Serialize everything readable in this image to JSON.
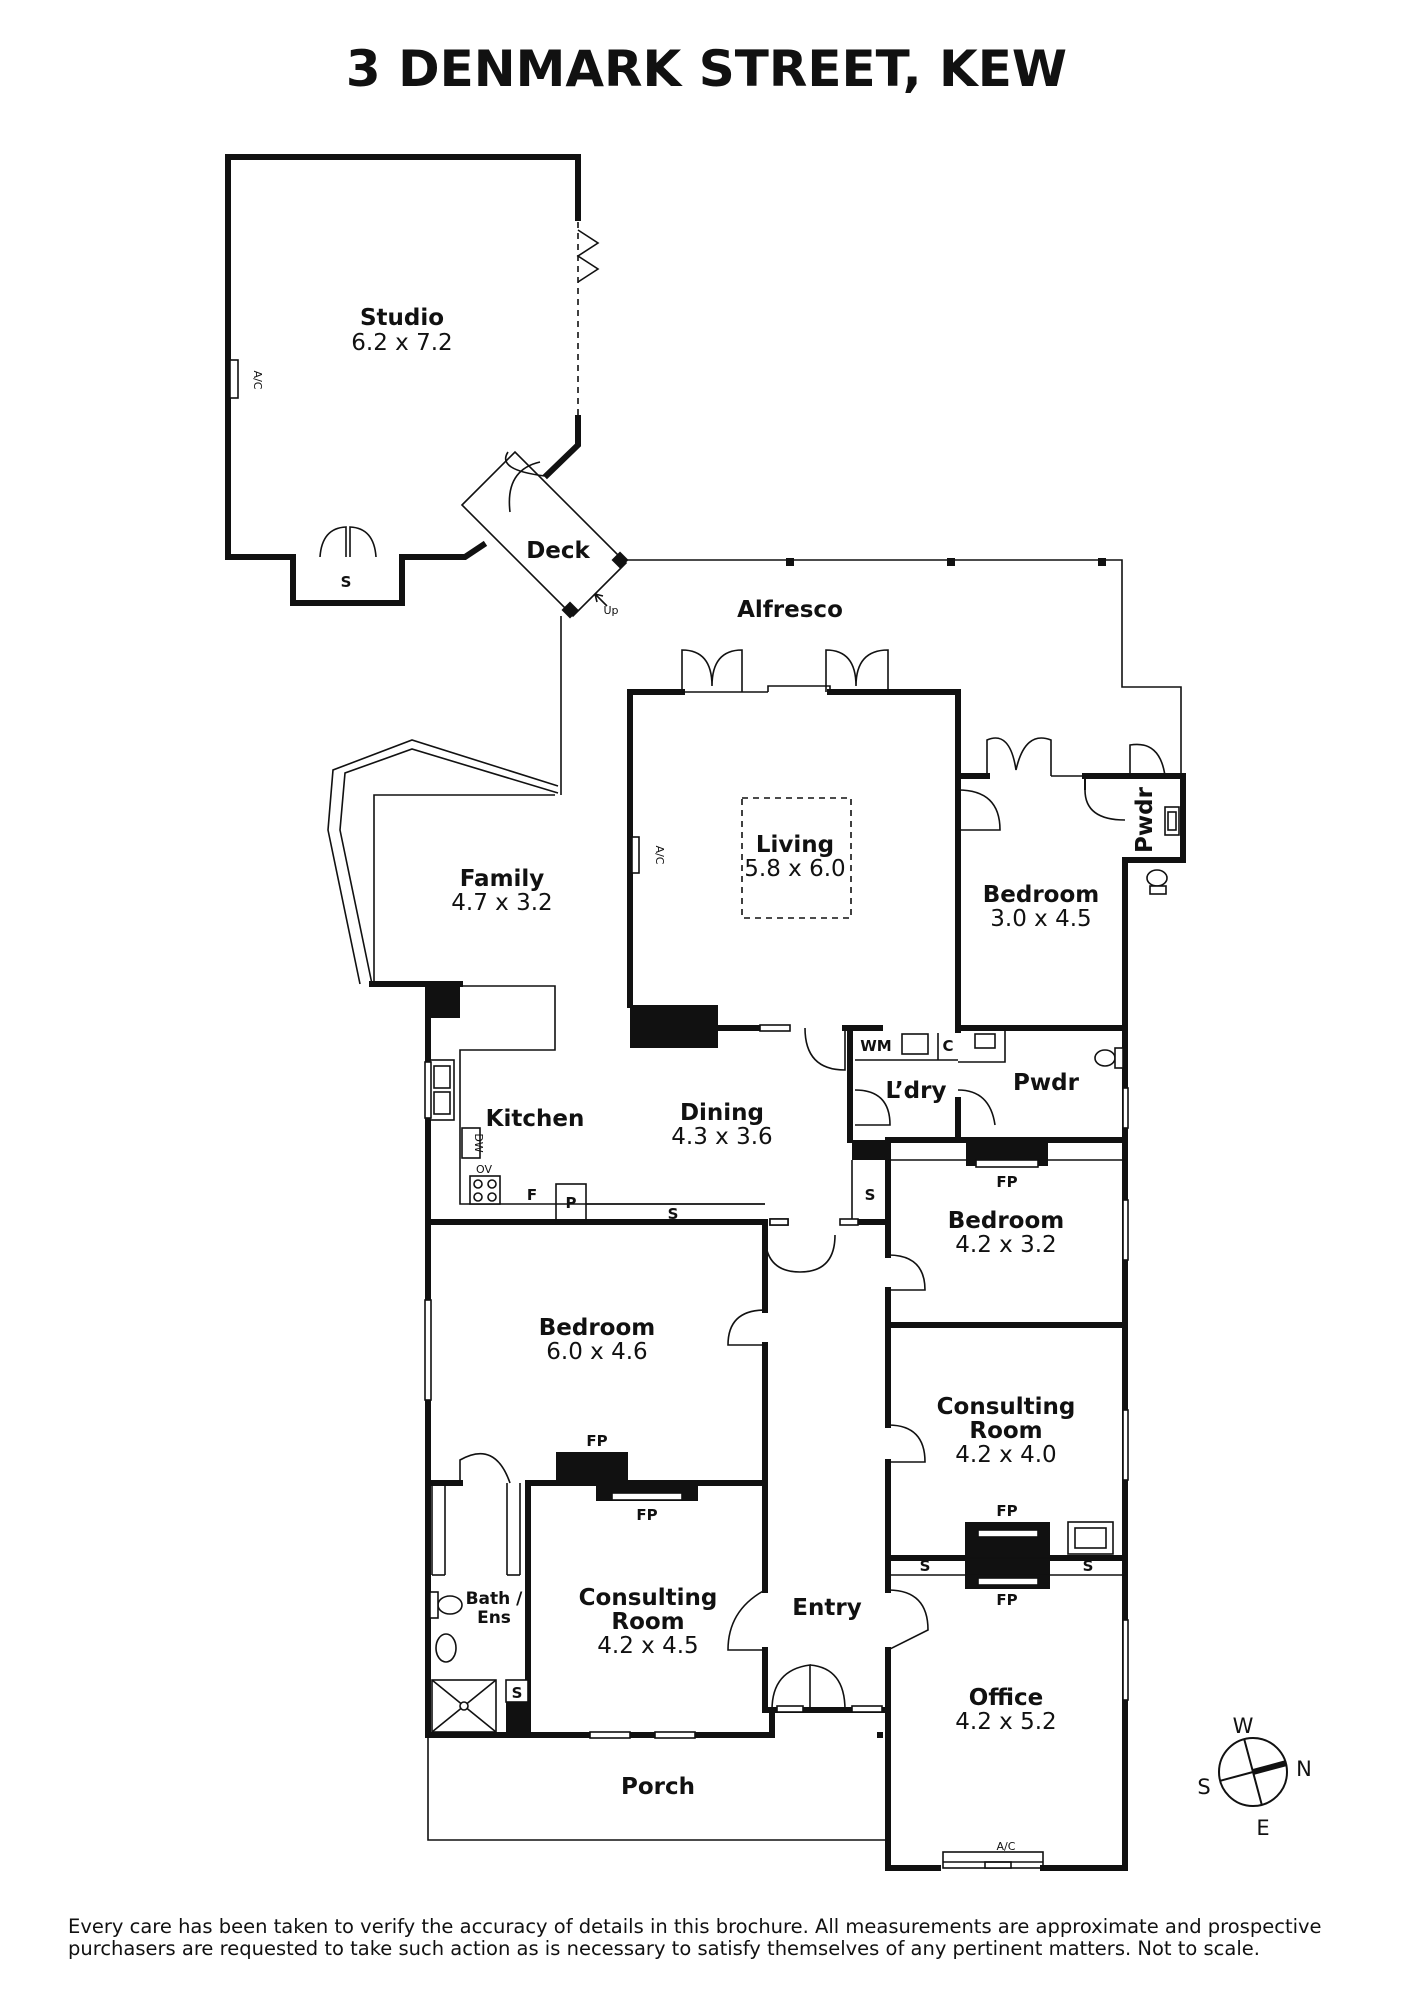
{
  "title": "3 DENMARK STREET, KEW",
  "rooms": {
    "studio": {
      "name": "Studio",
      "dims": "6.2 x 7.2"
    },
    "deck": {
      "name": "Deck"
    },
    "alfresco": {
      "name": "Alfresco"
    },
    "family": {
      "name": "Family",
      "dims": "4.7 x 3.2"
    },
    "living": {
      "name": "Living",
      "dims": "5.8 x 6.0"
    },
    "bedroom_rear": {
      "name": "Bedroom",
      "dims": "3.0 x 4.5"
    },
    "pwdr_rear": {
      "name": "Pwdr"
    },
    "kitchen": {
      "name": "Kitchen"
    },
    "dining": {
      "name": "Dining",
      "dims": "4.3 x 3.6"
    },
    "laundry": {
      "name": "L’dry"
    },
    "pwdr": {
      "name": "Pwdr"
    },
    "bedroom_mid": {
      "name": "Bedroom",
      "dims": "4.2 x 3.2"
    },
    "bedroom_main": {
      "name": "Bedroom",
      "dims": "6.0 x 4.6"
    },
    "consulting_right": {
      "name_line1": "Consulting",
      "name_line2": "Room",
      "dims": "4.2 x 4.0"
    },
    "consulting_left": {
      "name_line1": "Consulting",
      "name_line2": "Room",
      "dims": "4.2 x 4.5"
    },
    "bath": {
      "name_line1": "Bath /",
      "name_line2": "Ens"
    },
    "entry": {
      "name": "Entry"
    },
    "office": {
      "name": "Office",
      "dims": "4.2 x 5.2"
    },
    "porch": {
      "name": "Porch"
    }
  },
  "fixtures": {
    "ac": "A/C",
    "storage": "S",
    "up": "Up",
    "wm": "WM",
    "cupboard": "C",
    "dishwasher": "DW",
    "oven": "OV",
    "fridge": "F",
    "pantry": "P",
    "fireplace": "FP"
  },
  "compass": {
    "w": "W",
    "n": "N",
    "s": "S",
    "e": "E"
  },
  "disclaimer": "Every care has been taken to verify the accuracy of details in this brochure. All measurements are approximate and prospective purchasers are requested to take such action as is necessary to satisfy themselves of any pertinent matters. Not to scale."
}
